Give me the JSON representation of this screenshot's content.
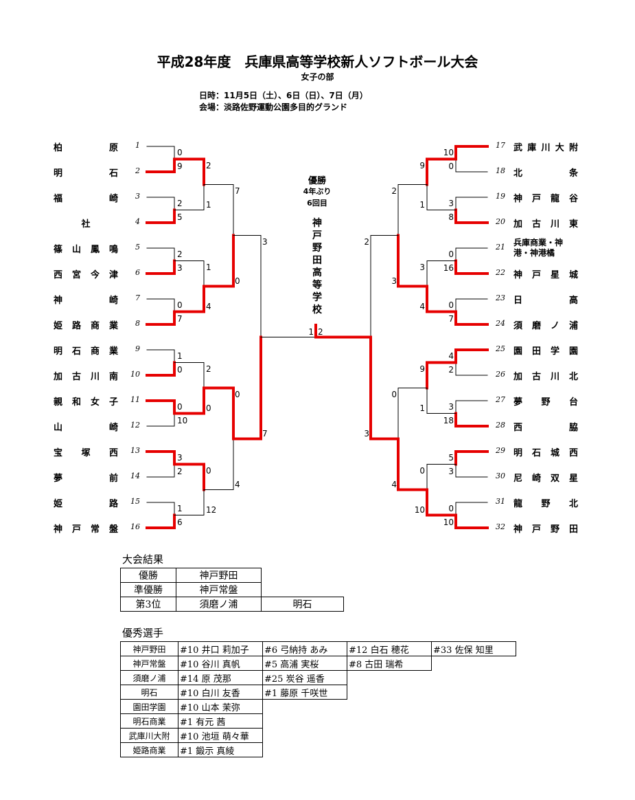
{
  "header": {
    "title": "平成28年度　兵庫県高等学校新人ソフトボール大会",
    "subtitle": "女子の部",
    "date": "日時：11月5日（土）、6日（日）、7日（月）",
    "venue": "会場：淡路佐野運動公園多目的グランド"
  },
  "champion": {
    "label": "優勝",
    "note1": "4年ぶり",
    "note2": "6回目",
    "name": [
      "神",
      "戸",
      "野",
      "田",
      "高",
      "等",
      "学",
      "校"
    ]
  },
  "left_teams": [
    {
      "seed": "1",
      "chars": [
        "柏",
        "原"
      ]
    },
    {
      "seed": "2",
      "chars": [
        "明",
        "石"
      ]
    },
    {
      "seed": "3",
      "chars": [
        "福",
        "崎"
      ]
    },
    {
      "seed": "4",
      "chars": [
        "社"
      ]
    },
    {
      "seed": "5",
      "chars": [
        "篠",
        "山",
        "鳳",
        "鳴"
      ]
    },
    {
      "seed": "6",
      "chars": [
        "西",
        "宮",
        "今",
        "津"
      ]
    },
    {
      "seed": "7",
      "chars": [
        "神",
        "崎"
      ]
    },
    {
      "seed": "8",
      "chars": [
        "姫",
        "路",
        "商",
        "業"
      ]
    },
    {
      "seed": "9",
      "chars": [
        "明",
        "石",
        "商",
        "業"
      ]
    },
    {
      "seed": "10",
      "chars": [
        "加",
        "古",
        "川",
        "南"
      ]
    },
    {
      "seed": "11",
      "chars": [
        "親",
        "和",
        "女",
        "子"
      ]
    },
    {
      "seed": "12",
      "chars": [
        "山",
        "崎"
      ]
    },
    {
      "seed": "13",
      "chars": [
        "宝",
        "塚",
        "西"
      ]
    },
    {
      "seed": "14",
      "chars": [
        "夢",
        "前"
      ]
    },
    {
      "seed": "15",
      "chars": [
        "姫",
        "路"
      ]
    },
    {
      "seed": "16",
      "chars": [
        "神",
        "戸",
        "常",
        "盤"
      ]
    }
  ],
  "right_teams": [
    {
      "seed": "17",
      "chars": [
        "武",
        "庫",
        "川",
        "大",
        "附"
      ]
    },
    {
      "seed": "18",
      "chars": [
        "北",
        "条"
      ]
    },
    {
      "seed": "19",
      "chars": [
        "神",
        "戸",
        "龍",
        "谷"
      ]
    },
    {
      "seed": "20",
      "chars": [
        "加",
        "古",
        "川",
        "東"
      ]
    },
    {
      "seed": "21",
      "line1": "兵庫商業・神",
      "line2": "港・神港橘"
    },
    {
      "seed": "22",
      "chars": [
        "神",
        "戸",
        "星",
        "城"
      ]
    },
    {
      "seed": "23",
      "chars": [
        "日",
        "高"
      ]
    },
    {
      "seed": "24",
      "chars": [
        "須",
        "磨",
        "ノ",
        "浦"
      ]
    },
    {
      "seed": "25",
      "chars": [
        "園",
        "田",
        "学",
        "園"
      ]
    },
    {
      "seed": "26",
      "chars": [
        "加",
        "古",
        "川",
        "北"
      ]
    },
    {
      "seed": "27",
      "chars": [
        "夢",
        "野",
        "台"
      ]
    },
    {
      "seed": "28",
      "chars": [
        "西",
        "脇"
      ]
    },
    {
      "seed": "29",
      "chars": [
        "明",
        "石",
        "城",
        "西"
      ]
    },
    {
      "seed": "30",
      "chars": [
        "尼",
        "崎",
        "双",
        "星"
      ]
    },
    {
      "seed": "31",
      "chars": [
        "龍",
        "野",
        "北"
      ]
    },
    {
      "seed": "32",
      "chars": [
        "神",
        "戸",
        "野",
        "田"
      ]
    }
  ],
  "scores": {
    "l1": [
      "0",
      "9",
      "2",
      "5",
      "2",
      "3",
      "0",
      "7",
      "1",
      "0",
      "0",
      "10",
      "3",
      "2",
      "1",
      "6"
    ],
    "l2": [
      "2",
      "1",
      "1",
      "4",
      "2",
      "0",
      "0",
      "12"
    ],
    "l3": [
      "7",
      "0",
      "0",
      "4"
    ],
    "l4": [
      "3",
      "7"
    ],
    "final": [
      "1",
      "2"
    ],
    "r1": [
      "10",
      "0",
      "3",
      "8",
      "0",
      "16",
      "0",
      "7",
      "4",
      "2",
      "3",
      "18",
      "5",
      "3",
      "0",
      "10"
    ],
    "r2": [
      "9",
      "1",
      "3",
      "4",
      "9",
      "1",
      "0",
      "10"
    ],
    "r3": [
      "2",
      "3",
      "0",
      "4"
    ],
    "r4": [
      "2",
      "3"
    ]
  },
  "results": {
    "title": "大会結果",
    "rows": [
      {
        "label": "優勝",
        "value": "神戸野田"
      },
      {
        "label": "準優勝",
        "value": "神戸常盤"
      },
      {
        "label": "第3位",
        "value": "須磨ノ浦",
        "value2": "明石"
      }
    ]
  },
  "players": {
    "title": "優秀選手",
    "rows": [
      {
        "school": "神戸野田",
        "names": [
          "#10 井口 莉加子",
          "#6 弓納持 あみ",
          "#12 白石 穂花",
          "#33 佐保 知里"
        ]
      },
      {
        "school": "神戸常盤",
        "names": [
          "#10 谷川 真帆",
          "#5 高浦 実桜",
          "#8 古田 瑞希"
        ]
      },
      {
        "school": "須磨ノ浦",
        "names": [
          "#14 原 茂那",
          "#25 炭谷 遥香"
        ]
      },
      {
        "school": "明石",
        "names": [
          "#10 白川 友香",
          "#1 藤原 千咲世"
        ]
      },
      {
        "school": "園田学園",
        "names": [
          "#10 山本 茉弥"
        ]
      },
      {
        "school": "明石商業",
        "names": [
          "#1 有元 茜"
        ]
      },
      {
        "school": "武庫川大附",
        "names": [
          "#10 池垣 萌々華"
        ]
      },
      {
        "school": "姫路商業",
        "names": [
          "#1 鍛示 真綾"
        ]
      }
    ]
  },
  "colors": {
    "winner_line": "#e60000",
    "line": "#000000"
  }
}
